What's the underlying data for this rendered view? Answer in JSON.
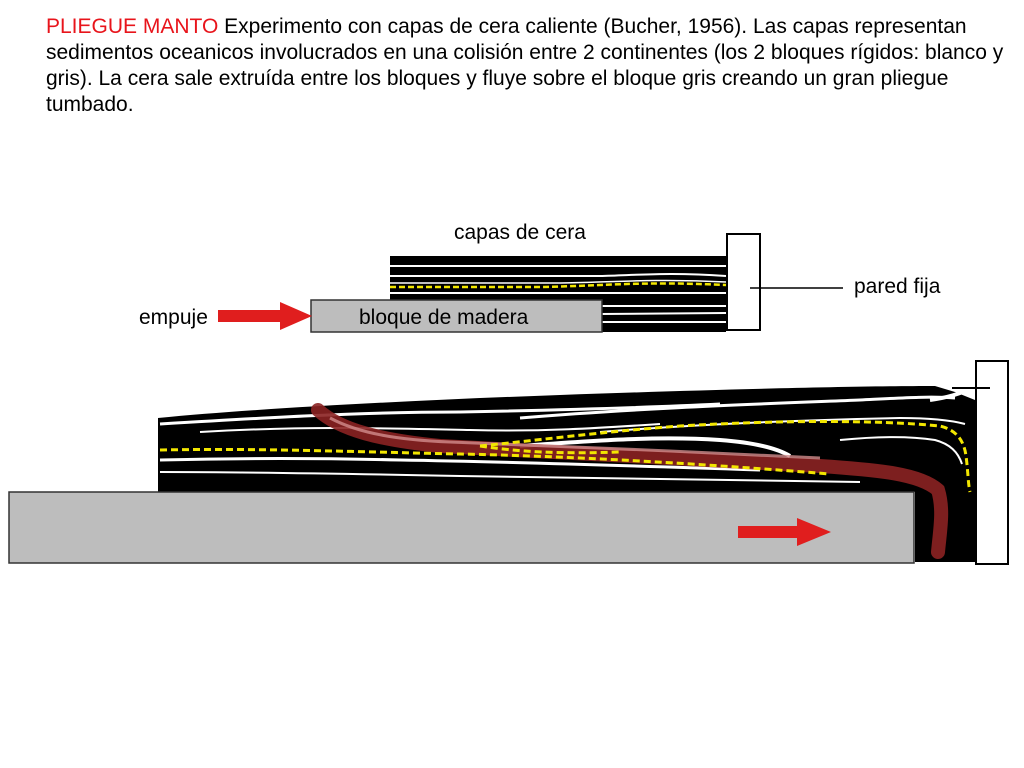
{
  "caption": {
    "highlight": "PLIEGUE MANTO",
    "text": " Experimento con capas de cera caliente (Bucher, 1956). Las capas representan sedimentos oceanicos involucrados en una colisión entre 2 continentes (los 2 bloques rígidos: blanco y gris). La cera sale extruída entre los bloques y fluye sobre el bloque gris creando un gran pliegue tumbado."
  },
  "labels": {
    "capas": "capas de cera",
    "pared": "pared fija",
    "empuje": "empuje",
    "bloque": "bloque de madera"
  },
  "colors": {
    "highlight": "#e8141b",
    "arrow": "#e01e1e",
    "block": "#bdbdbd",
    "fold": "#8b2222",
    "marker": "#f2e600",
    "wax": "#000000"
  }
}
